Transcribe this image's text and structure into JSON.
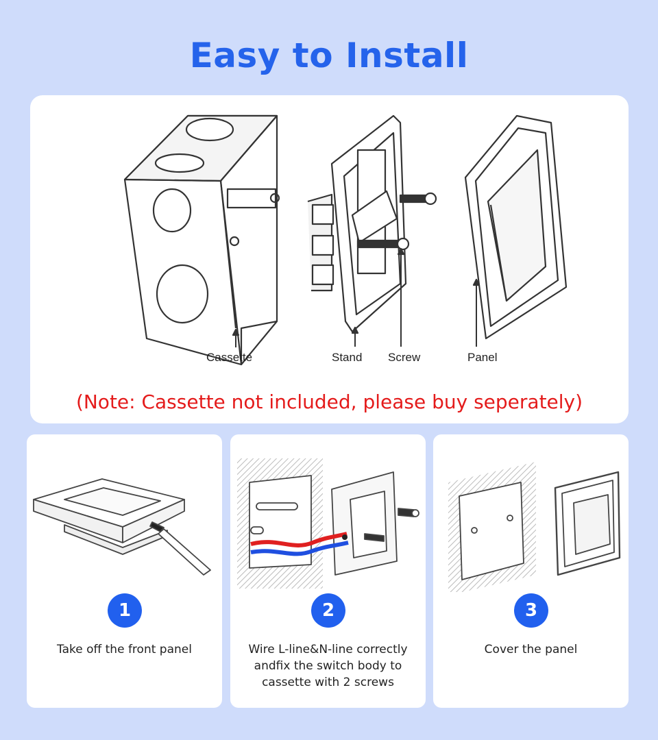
{
  "title": "Easy to Install",
  "parts": {
    "cassette": "Cassette",
    "stand": "Stand",
    "screw": "Screw",
    "panel": "Panel"
  },
  "note": "(Note: Cassette not included, please buy seperately)",
  "steps": [
    {
      "number": "1",
      "text": "Take off the front panel"
    },
    {
      "number": "2",
      "text": "Wire L-line&N-line correctly\nandfix the switch body to\ncassette with 2 screws"
    },
    {
      "number": "3",
      "text": "Cover the panel"
    }
  ],
  "colors": {
    "title": "#2563eb",
    "note": "#e41b1b",
    "badge": "#2160ee",
    "background": "#cfdcfb",
    "live_wire": "#e02020",
    "neutral_wire": "#1f4fe0"
  }
}
